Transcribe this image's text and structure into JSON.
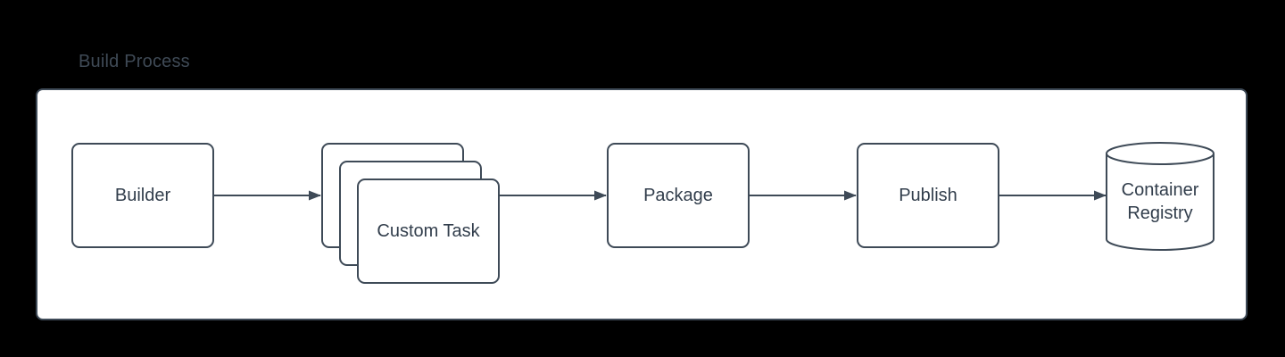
{
  "title": "Build Process",
  "colors": {
    "page_bg": "#000000",
    "panel_bg": "#ffffff",
    "stroke": "#3e4a57",
    "text": "#323e4c",
    "title_text": "#3f4a56"
  },
  "container": {
    "label": "Build Process"
  },
  "nodes": {
    "builder": {
      "label": "Builder",
      "shape": "rounded-rectangle"
    },
    "custom_task": {
      "label": "Custom Task",
      "shape": "stacked-rounded-rectangles",
      "stack_count": 3
    },
    "package": {
      "label": "Package",
      "shape": "rounded-rectangle"
    },
    "publish": {
      "label": "Publish",
      "shape": "rounded-rectangle"
    },
    "container_registry": {
      "label": "Container Registry",
      "shape": "cylinder"
    }
  },
  "edges": [
    {
      "from": "builder",
      "to": "custom_task"
    },
    {
      "from": "custom_task",
      "to": "package"
    },
    {
      "from": "package",
      "to": "publish"
    },
    {
      "from": "publish",
      "to": "container_registry"
    }
  ]
}
